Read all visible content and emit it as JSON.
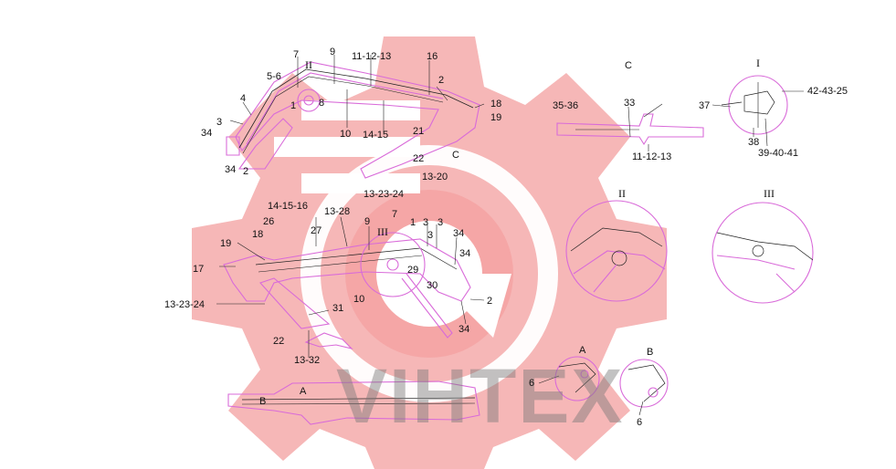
{
  "callouts": {
    "c1": "7",
    "c2": "9",
    "c3": "11-12-13",
    "c4": "II",
    "c5": "5-6",
    "c6": "4",
    "c7": "1",
    "c8": "8",
    "c9": "3",
    "c10": "34",
    "c11": "34",
    "c12": "2",
    "c13": "10",
    "c14": "14-15",
    "c15": "16",
    "c16": "2",
    "c17": "18",
    "c18": "19",
    "c19": "21",
    "c20": "C",
    "c21": "22",
    "c22": "13-20",
    "c23": "13-23-24",
    "c24": "C",
    "c25": "35-36",
    "c26": "33",
    "c27": "11-12-13",
    "c28": "I",
    "c29": "37",
    "c30": "42-43-25",
    "c31": "38",
    "c32": "39-40-41",
    "c33": "14-15-16",
    "c34": "13-28",
    "c35": "7",
    "c36": "26",
    "c37": "9",
    "c38": "1",
    "c39": "3",
    "c40": "3",
    "c41": "27",
    "c42": "III",
    "c43": "3",
    "c44": "34",
    "c45": "19",
    "c46": "18",
    "c47": "34",
    "c48": "17",
    "c49": "29",
    "c50": "30",
    "c51": "2",
    "c52": "13-23-24",
    "c53": "10",
    "c54": "31",
    "c55": "34",
    "c56": "22",
    "c57": "13-32",
    "c58": "II",
    "c59": "III",
    "c60": "A",
    "c61": "B",
    "c62": "6",
    "c63": "6",
    "c64": "A",
    "c65": "B"
  },
  "watermark": {
    "text": "VIHTEX"
  },
  "colors": {
    "line": "#d96bd9",
    "ink": "#222222",
    "watermark": "#f08a8a"
  }
}
